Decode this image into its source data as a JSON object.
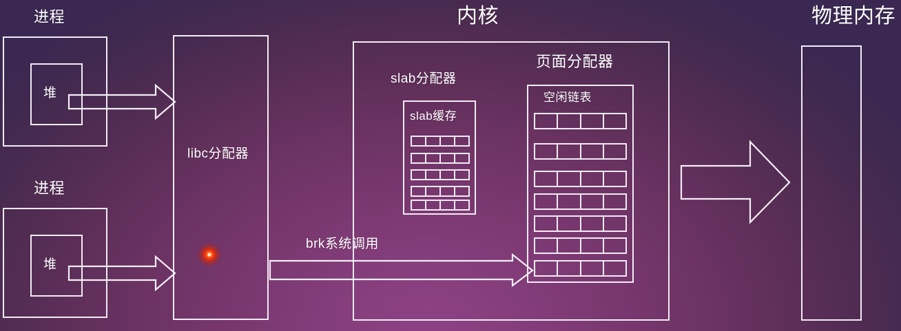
{
  "diagram": {
    "title_process_top": "进程",
    "title_process_bottom": "进程",
    "heap_top": "堆",
    "heap_bottom": "堆",
    "libc_allocator": "libc分配器",
    "kernel": "内核",
    "slab_allocator": "slab分配器",
    "slab_cache": "slab缓存",
    "page_allocator": "页面分配器",
    "free_list": "空闲链表",
    "brk_syscall": "brk系统调用",
    "physical_memory": "物理内存"
  },
  "grids": {
    "slab_cache_rows": 5,
    "slab_cache_cols": 4,
    "free_list_rows": 7,
    "free_list_cols": 4
  },
  "colors": {
    "stroke": "#f2ecf5",
    "text": "#ffffff",
    "bg_center": "#8d4283",
    "bg_edge": "#3a2852",
    "cursor": "#f0360a"
  }
}
